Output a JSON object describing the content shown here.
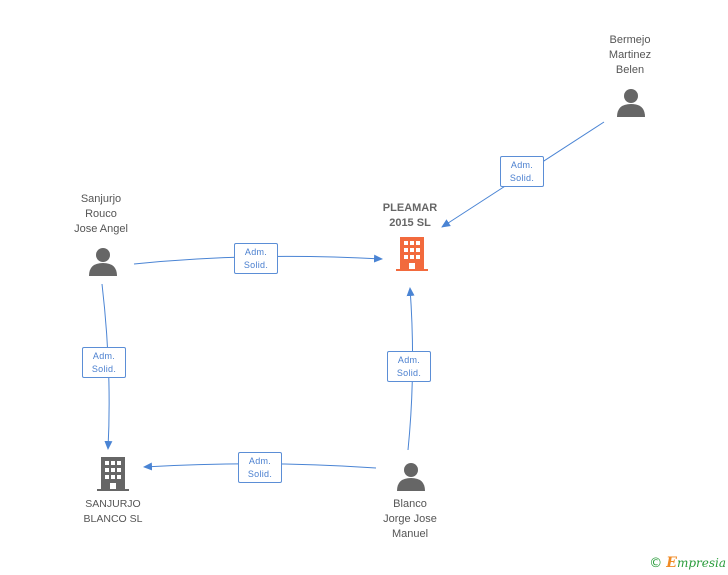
{
  "nodes": {
    "pleamar": {
      "lines": [
        "PLEAMAR",
        "2015 SL"
      ],
      "type": "company",
      "color": "#f26a3d"
    },
    "sanjurjo_blanco": {
      "lines": [
        "SANJURJO",
        "BLANCO SL"
      ],
      "type": "company",
      "color": "#666666"
    },
    "bermejo": {
      "lines": [
        "Bermejo",
        "Martinez",
        "Belen"
      ],
      "type": "person",
      "color": "#666666"
    },
    "sanjurjo_rouco": {
      "lines": [
        "Sanjurjo",
        "Rouco",
        "Jose Angel"
      ],
      "type": "person",
      "color": "#666666"
    },
    "blanco": {
      "lines": [
        "Blanco",
        "Jorge Jose",
        "Manuel"
      ],
      "type": "person",
      "color": "#666666"
    }
  },
  "edges": [
    {
      "id": "bermejo-pleamar",
      "label": [
        "Adm.",
        "Solid."
      ]
    },
    {
      "id": "rouco-pleamar",
      "label": [
        "Adm.",
        "Solid."
      ]
    },
    {
      "id": "rouco-sanjurjo",
      "label": [
        "Adm.",
        "Solid."
      ]
    },
    {
      "id": "blanco-pleamar",
      "label": [
        "Adm.",
        "Solid."
      ]
    },
    {
      "id": "blanco-sanjurjo",
      "label": [
        "Adm.",
        "Solid."
      ]
    }
  ],
  "edge_color": "#4a84d4",
  "footer": {
    "copyright": "©",
    "brand_e": "E",
    "brand_rest": "mpresia"
  }
}
